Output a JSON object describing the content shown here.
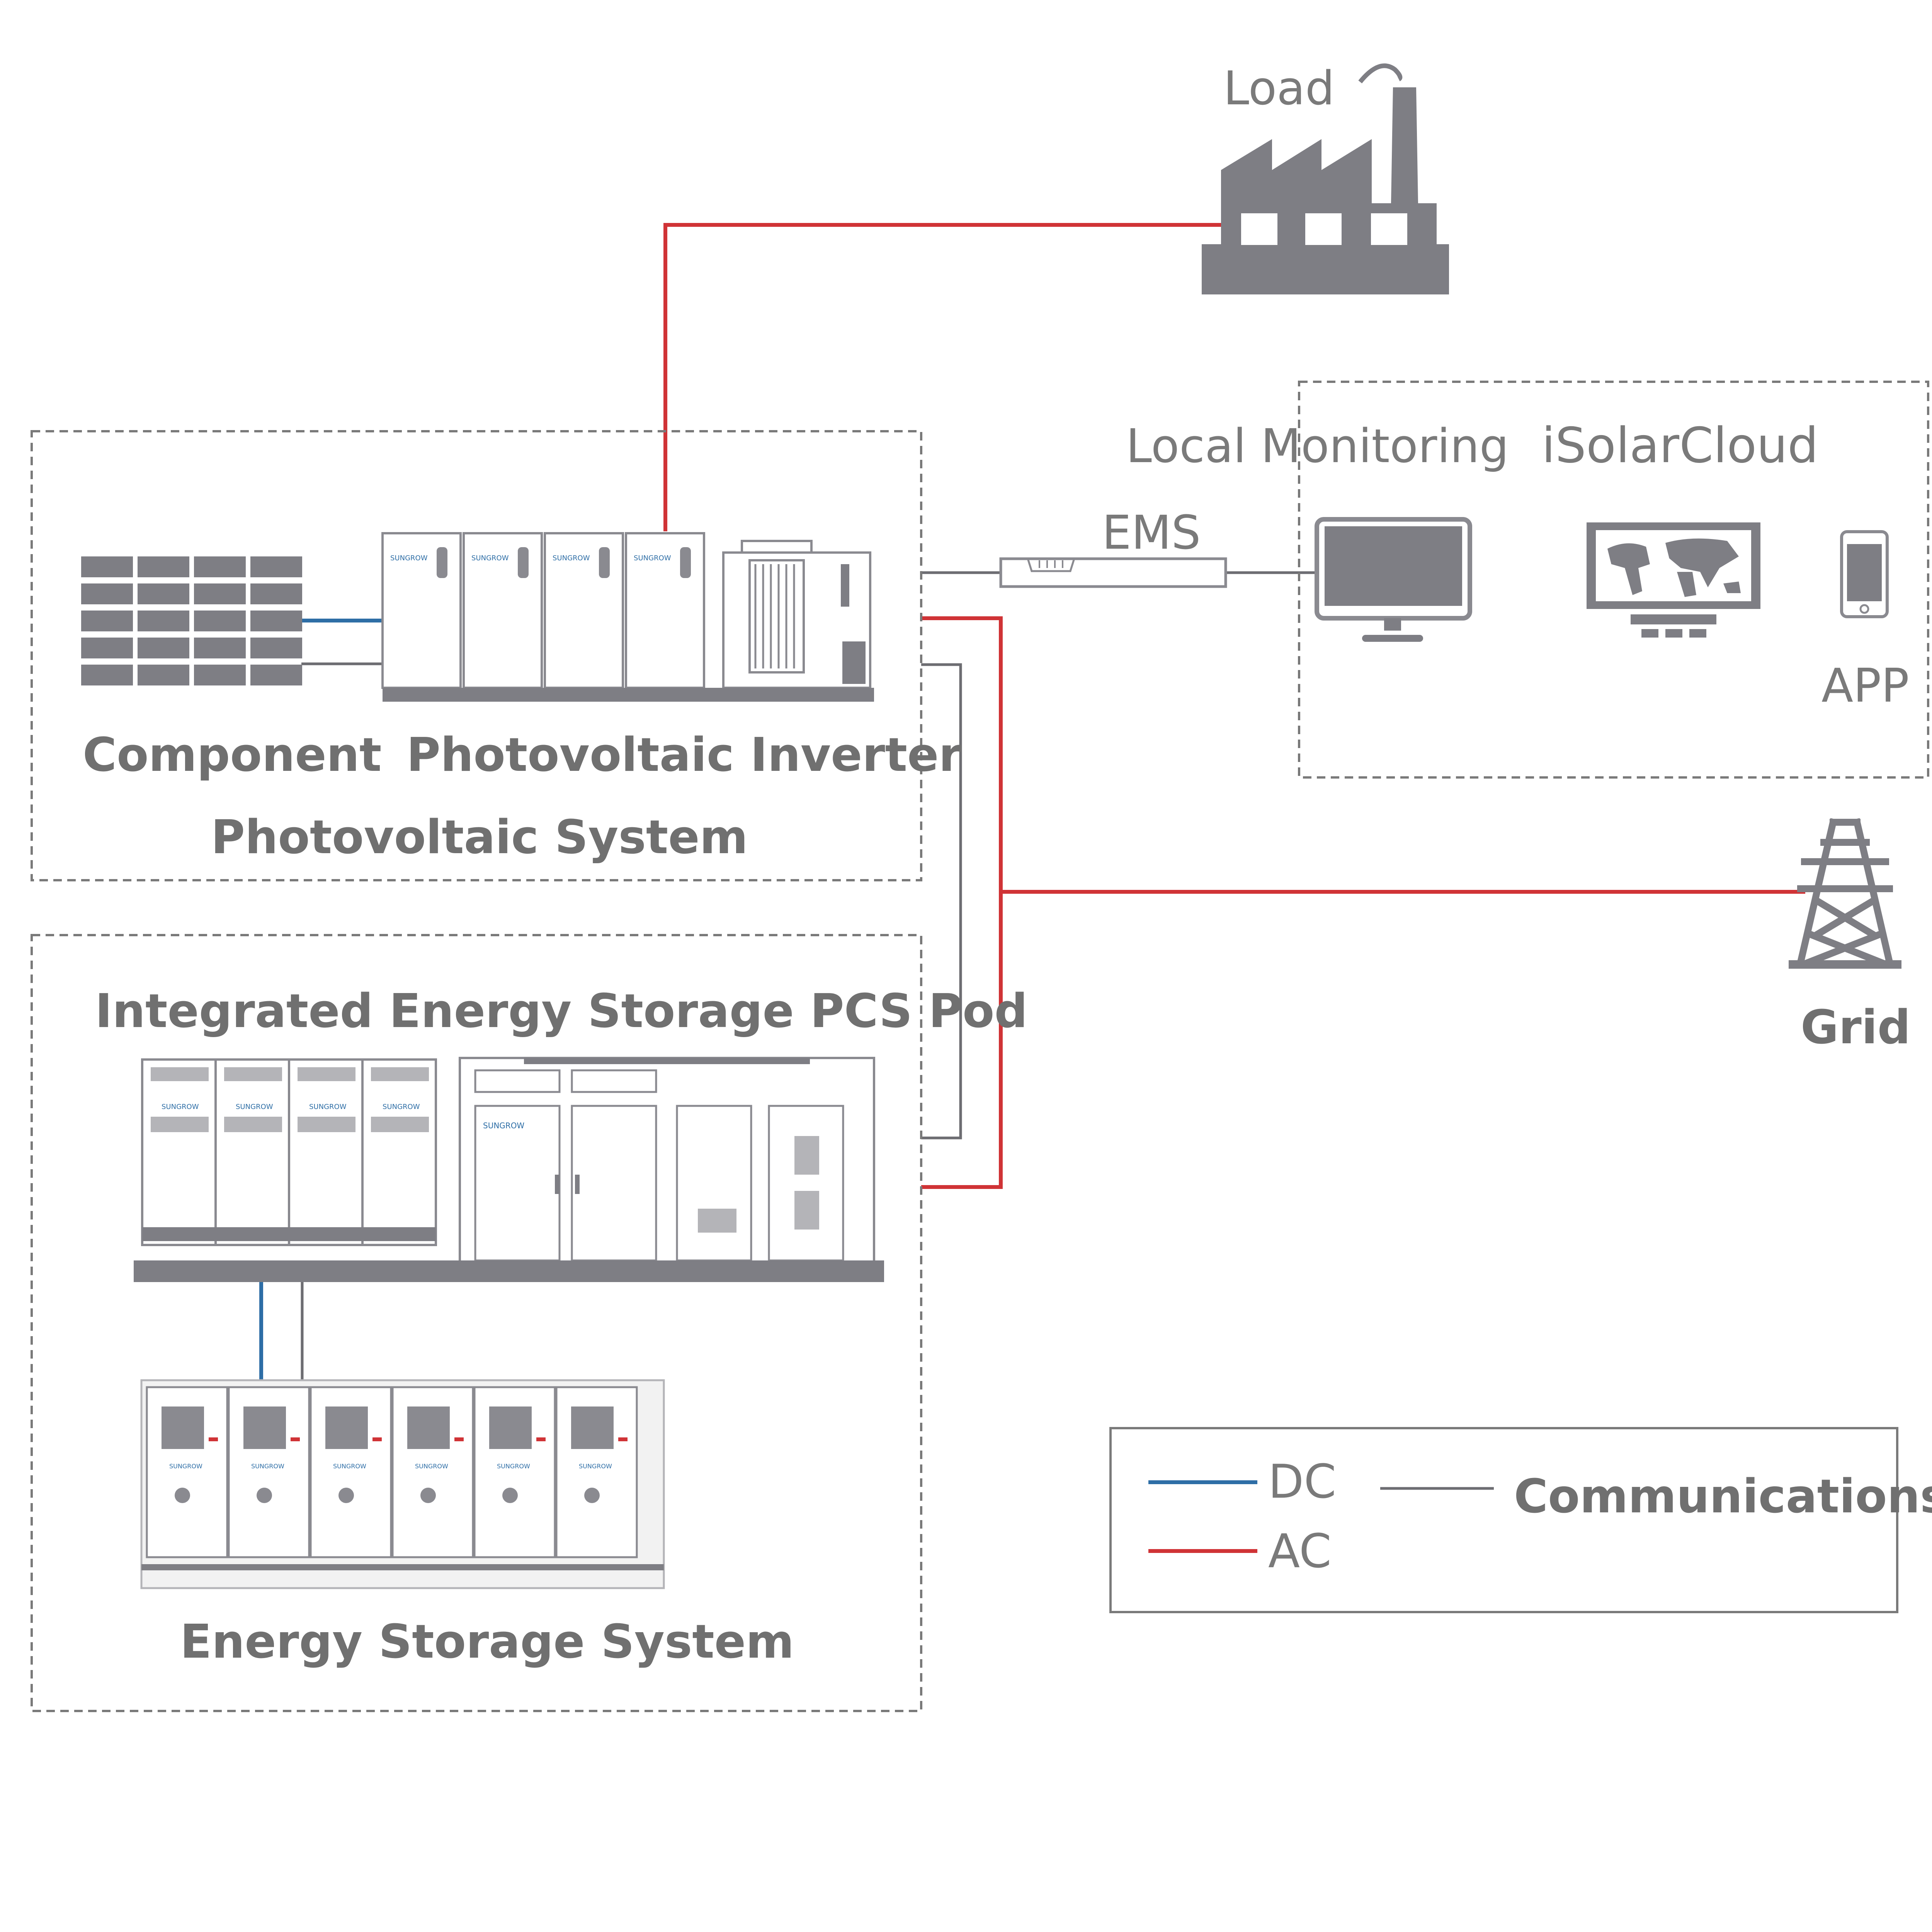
{
  "labels": {
    "load": "Load",
    "local_monitoring": "Local Monitoring",
    "isolarcloud": "iSolarCloud",
    "ems": "EMS",
    "app": "APP",
    "component": "Component",
    "pv_inverter": "Photovoltaic Inverter",
    "pv_system": "Photovoltaic System",
    "grid": "Grid",
    "pcs_pod": "Integrated Energy Storage PCS Pod",
    "ess": "Energy Storage System"
  },
  "legend": {
    "dc": "DC",
    "ac": "AC",
    "communications": "Communications"
  },
  "brand": "SUNGROW",
  "colors": {
    "ac": "#d03336",
    "dc": "#2e6ea6",
    "communications": "#6d6d72",
    "equipment_gray": "#7e7e84",
    "text_gray": "#707070"
  },
  "icons": [
    "factory-icon",
    "solar-panel-icon",
    "inverter-icon",
    "transformer-icon",
    "ems-device-icon",
    "monitor-icon",
    "world-map-screen-icon",
    "phone-icon",
    "pylon-icon",
    "pcs-cabinet-icon",
    "battery-container-icon"
  ]
}
